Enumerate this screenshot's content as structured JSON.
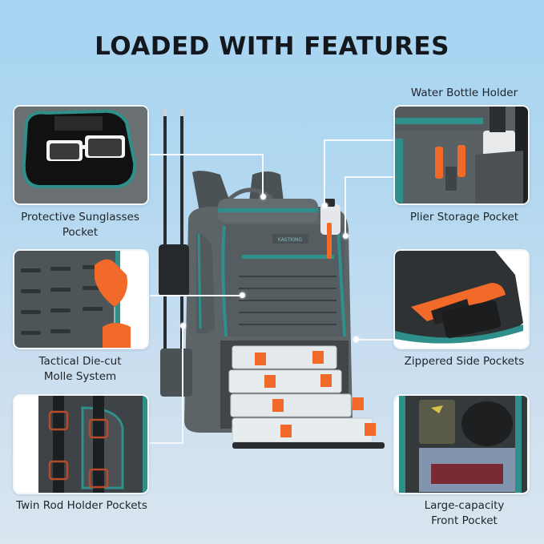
{
  "title": "LOADED WITH FEATURES",
  "features": [
    {
      "id": "sunglasses",
      "label_line1": "Protective Sunglasses",
      "label_line2": "Pocket",
      "side": "left"
    },
    {
      "id": "molle",
      "label_line1": "Tactical Die-cut",
      "label_line2": "Molle System",
      "side": "left"
    },
    {
      "id": "rod-holder",
      "label_line1": "Twin Rod Holder Pockets",
      "label_line2": "",
      "side": "left"
    },
    {
      "id": "water-bottle",
      "label_line1": "Water Bottle Holder",
      "label_line2": "",
      "side": "right"
    },
    {
      "id": "plier",
      "label_line1": "Plier Storage Pocket",
      "label_line2": "",
      "side": "right"
    },
    {
      "id": "side-pockets",
      "label_line1": "Zippered Side Pockets",
      "label_line2": "",
      "side": "right"
    },
    {
      "id": "front-pocket",
      "label_line1": "Large-capacity",
      "label_line2": "Front Pocket",
      "side": "right"
    }
  ],
  "product": {
    "brand_patch": "KASTKING",
    "colors": {
      "body": "#5d6468",
      "trim": "#2f8f8a",
      "accent": "#f26a2a",
      "background_top": "#a6d4f2",
      "background_bottom": "#dae5f0"
    },
    "tackle_boxes": 4
  }
}
